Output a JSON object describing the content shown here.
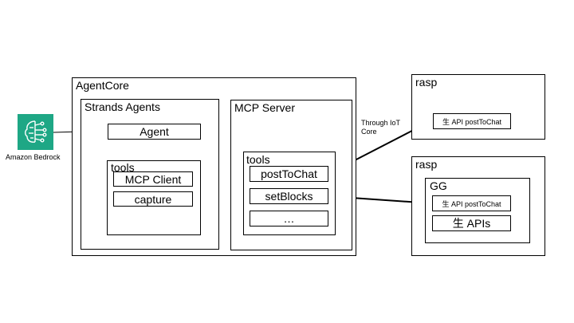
{
  "colors": {
    "bedrock": "#1ea785",
    "line": "#000000",
    "background": "#ffffff"
  },
  "bedrock": {
    "icon": "bedrock-brain-icon",
    "label": "Amazon Bedrock"
  },
  "agentcore": {
    "title": "AgentCore",
    "strands": {
      "title": "Strands Agents",
      "agent": "Agent",
      "tools": {
        "title": "tools",
        "items": [
          "MCP Client",
          "capture"
        ]
      }
    },
    "mcp_server": {
      "title": "MCP Server",
      "tools": {
        "title": "tools",
        "items": [
          "postToChat",
          "setBlocks",
          "…"
        ]
      }
    }
  },
  "iot_label": "Through IoT Core",
  "rasp1": {
    "title": "rasp",
    "api": "生 API postToChat"
  },
  "rasp2": {
    "title": "rasp",
    "gg": {
      "title": "GG",
      "api": "生 API postToChat",
      "apis": "生 APIs"
    }
  }
}
